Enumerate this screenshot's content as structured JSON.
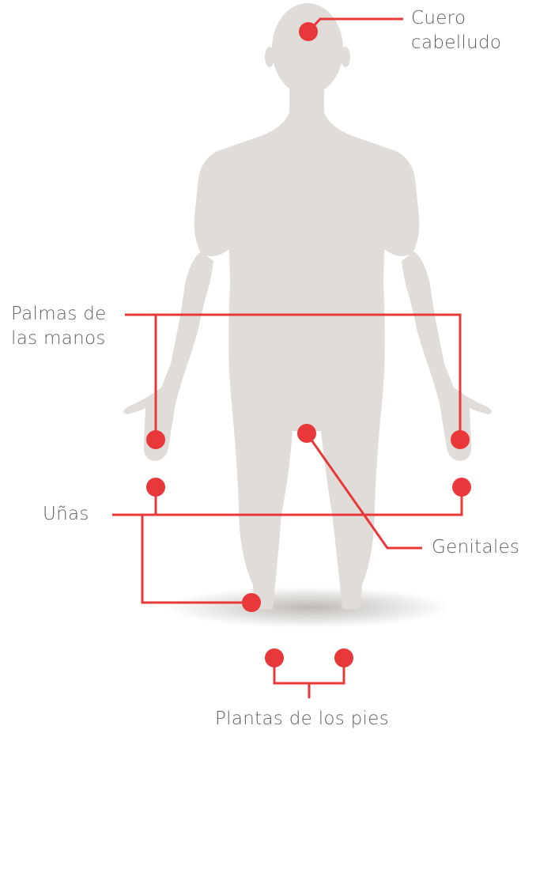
{
  "colors": {
    "background": "#ffffff",
    "silhouette": "#dfdcd9",
    "shadow": "#b6b2ad",
    "marker": "#e8383a",
    "connector": "#e8383a",
    "label_text": "#5f5f5f"
  },
  "labels": {
    "scalp": "Cuero\ncabelludo",
    "palms": "Palmas de\nlas manos",
    "nails": "Uñas",
    "genitals": "Genitales",
    "soles": "Plantas de los pies"
  },
  "icons": {
    "body": "human-silhouette-icon",
    "marker": "red-dot-icon"
  }
}
